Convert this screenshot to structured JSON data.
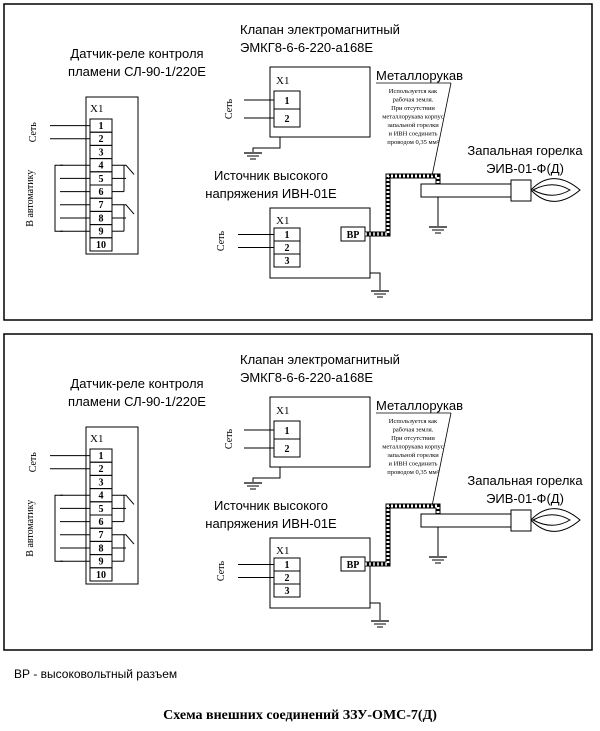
{
  "panels": [
    {
      "relay_title_1": "Датчик-реле контроля",
      "relay_title_2": "пламени СЛ-90-1/220Е",
      "relay_connector": "X1",
      "relay_pins": [
        "1",
        "2",
        "3",
        "4",
        "5",
        "6",
        "7",
        "8",
        "9",
        "10"
      ],
      "relay_side_net": "Сеть",
      "relay_side_auto": "В автоматику",
      "valve_title_1": "Клапан электромагнитный",
      "valve_title_2": "ЭМКГ8-6-6-220-а168Е",
      "valve_connector": "X1",
      "valve_pins": [
        "1",
        "2"
      ],
      "valve_side_net": "Сеть",
      "hv_title_1": "Источник высокого",
      "hv_title_2": "напряжения ИВН-01Е",
      "hv_connector": "X1",
      "hv_pins": [
        "1",
        "2",
        "3"
      ],
      "hv_side_net": "Сеть",
      "hv_port": "ВР",
      "hose_title": "Металлорукав",
      "hose_note": [
        "Используется как",
        "рабочая земля.",
        "При отсутствии",
        "металлорукава корпус",
        "запальной горелки",
        "и ИВН соединить",
        "проводом 0,35 мм²"
      ],
      "burner_title_1": "Запальная горелка",
      "burner_title_2": "ЭИВ-01-Ф(Д)"
    },
    {
      "relay_title_1": "Датчик-реле контроля",
      "relay_title_2": "пламени СЛ-90-1/220Е",
      "relay_connector": "X1",
      "relay_pins": [
        "1",
        "2",
        "3",
        "4",
        "5",
        "6",
        "7",
        "8",
        "9",
        "10"
      ],
      "relay_side_net": "Сеть",
      "relay_side_auto": "В автоматику",
      "valve_title_1": "Клапан электромагнитный",
      "valve_title_2": "ЭМКГ8-6-6-220-а168Е",
      "valve_connector": "X1",
      "valve_pins": [
        "1",
        "2"
      ],
      "valve_side_net": "Сеть",
      "hv_title_1": "Источник высокого",
      "hv_title_2": "напряжения ИВН-01Е",
      "hv_connector": "X1",
      "hv_pins": [
        "1",
        "2",
        "3"
      ],
      "hv_side_net": "Сеть",
      "hv_port": "ВР",
      "hose_title": "Металлорукав",
      "hose_note": [
        "Используется как",
        "рабочая земля.",
        "При отсутствии",
        "металлорукава корпус",
        "запальной горелки",
        "и ИВН соединить",
        "проводом 0,35 мм²"
      ],
      "burner_title_1": "Запальная горелка",
      "burner_title_2": "ЭИВ-01-Ф(Д)"
    }
  ],
  "legend": "ВР - высоковольтный разъем",
  "caption": "Схема внешних соединений ЗЗУ-ОМС-7(Д)"
}
